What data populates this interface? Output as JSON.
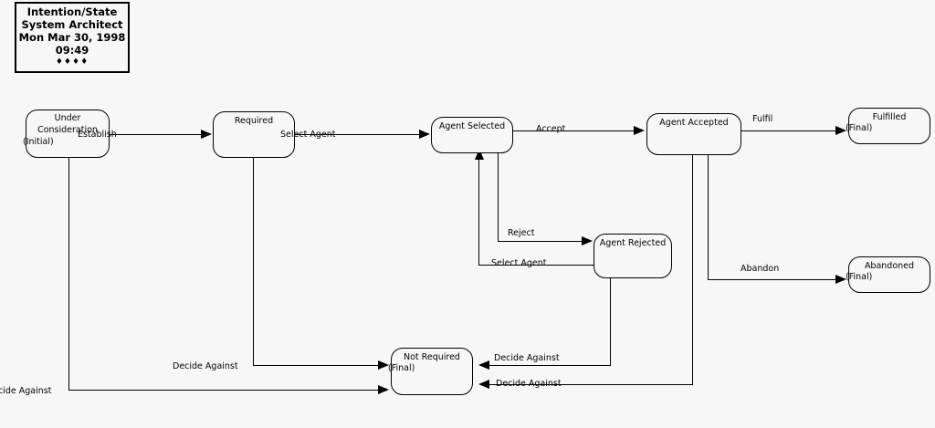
{
  "title_block": {
    "name": "Intention/State",
    "tool": "System Architect",
    "date": "Mon Mar 30, 1998",
    "time": "09:49",
    "marks": "♦♦♦♦"
  },
  "diagram": {
    "type": "state-transition-diagram",
    "background_color": "#f7f7f7",
    "line_color": "#000000"
  },
  "states": [
    {
      "id": "under-consideration",
      "name": "Under Consideration",
      "name_line1": "Under",
      "name_line2": "Consideration",
      "sub": "(Initial)",
      "kind": "initial"
    },
    {
      "id": "required",
      "name": "Required",
      "sub": "",
      "kind": "normal"
    },
    {
      "id": "agent-selected",
      "name": "Agent Selected",
      "sub": "",
      "kind": "normal"
    },
    {
      "id": "agent-accepted",
      "name": "Agent Accepted",
      "sub": "",
      "kind": "normal"
    },
    {
      "id": "fulfilled",
      "name": "Fulfilled",
      "sub": "(Final)",
      "kind": "final"
    },
    {
      "id": "agent-rejected",
      "name": "Agent Rejected",
      "sub": "",
      "kind": "normal"
    },
    {
      "id": "abandoned",
      "name": "Abandoned",
      "sub": "(Final)",
      "kind": "final"
    },
    {
      "id": "not-required",
      "name": "Not Required",
      "sub": "(Final)",
      "kind": "final"
    }
  ],
  "transitions": [
    {
      "id": "t1",
      "from": "under-consideration",
      "to": "required",
      "label": "Establish"
    },
    {
      "id": "t2",
      "from": "required",
      "to": "agent-selected",
      "label": "Select Agent"
    },
    {
      "id": "t3",
      "from": "agent-selected",
      "to": "agent-accepted",
      "label": "Accept"
    },
    {
      "id": "t4",
      "from": "agent-accepted",
      "to": "fulfilled",
      "label": "Fulfil"
    },
    {
      "id": "t5",
      "from": "agent-selected",
      "to": "agent-rejected",
      "label": "Reject"
    },
    {
      "id": "t6",
      "from": "agent-rejected",
      "to": "agent-selected",
      "label": "Select Agent"
    },
    {
      "id": "t7",
      "from": "agent-accepted",
      "to": "abandoned",
      "label": "Abandon"
    },
    {
      "id": "t8",
      "from": "required",
      "to": "not-required",
      "label": "Decide Against"
    },
    {
      "id": "t9",
      "from": "agent-rejected",
      "to": "not-required",
      "label": "Decide Against"
    },
    {
      "id": "t10",
      "from": "agent-accepted",
      "to": "not-required",
      "label": "Decide Against"
    },
    {
      "id": "t11",
      "from": "under-consideration",
      "to": "not-required",
      "label": "Decide Against"
    }
  ],
  "edge_labels": {
    "establish": "Establish",
    "select_agent_1": "Select Agent",
    "accept": "Accept",
    "fulfil": "Fulfil",
    "reject": "Reject",
    "select_agent_2": "Select Agent",
    "abandon": "Abandon",
    "decide_against_1": "Decide Against",
    "decide_against_2": "Decide Against",
    "decide_against_3": "Decide Against",
    "decide_against_4": "cide Against"
  }
}
